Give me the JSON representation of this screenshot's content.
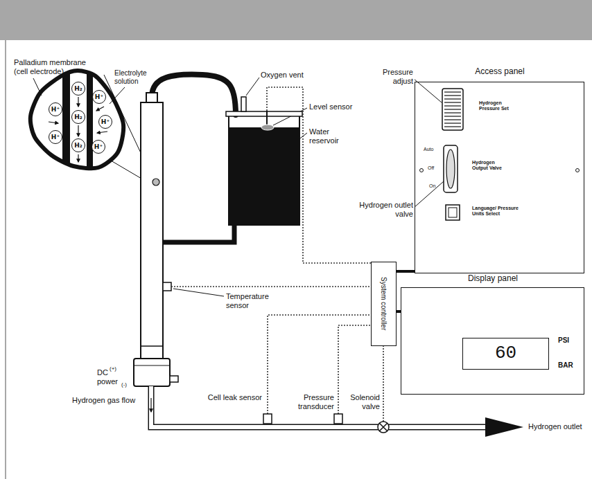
{
  "diagram": {
    "nodes": [
      {
        "text": [
          "H₂"
        ]
      },
      {
        "text": [
          "H⁺"
        ]
      },
      {
        "text": [
          "H⁺"
        ]
      },
      {
        "text": [
          "H₂"
        ]
      },
      {
        "text": [
          "H⁺"
        ]
      },
      {
        "text": [
          "H⁺"
        ]
      },
      {
        "text": [
          "H₂"
        ]
      },
      {
        "text": [
          "H⁺"
        ]
      },
      {
        "text": [
          "Access panel",
          "Hydrogen Pressure Set",
          "Auto",
          "Off",
          "On",
          "Hydrogen Output Valve",
          "Language/ Pressure Units Select"
        ]
      },
      {
        "text": [
          "System controller"
        ]
      },
      {
        "text": [
          "Display panel",
          "PSI",
          "BAR"
        ]
      },
      {
        "text": [
          "60"
        ],
        "in": 10
      }
    ],
    "edges": [
      {
        "from": 9,
        "to": 8,
        "arrow": "none"
      },
      {
        "from": 9,
        "to": 10,
        "arrow": "none"
      }
    ],
    "labels": [
      "Palladium membrane (cell electrode)",
      "Electrolyte solution",
      "Oxygen vent",
      "Level sensor",
      "Water reservoir",
      "Pressure adjust",
      "Hydrogen outlet valve",
      "Temperature sensor",
      "DC power",
      "(+)",
      "(-)",
      "Hydrogen gas flow",
      "Cell leak sensor",
      "Pressure transducer",
      "Solenoid valve",
      "Hydrogen outlet"
    ]
  }
}
